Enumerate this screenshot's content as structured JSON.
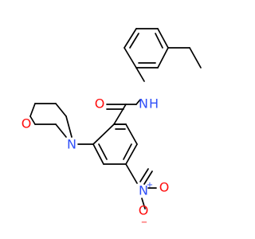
{
  "atoms": {
    "amide_O": "O",
    "amide_NH": "N",
    "amide_H": "H",
    "morpholine_N": "N",
    "morpholine_O": "O",
    "nitro_N": "N",
    "nitro_N_charge": "+",
    "nitro_O_top": "O",
    "nitro_O_bottom": "O",
    "nitro_O_charge": "−"
  },
  "colors": {
    "carbon": "#000000",
    "oxygen": "#ff0d0d",
    "nitrogen": "#3050f8"
  }
}
